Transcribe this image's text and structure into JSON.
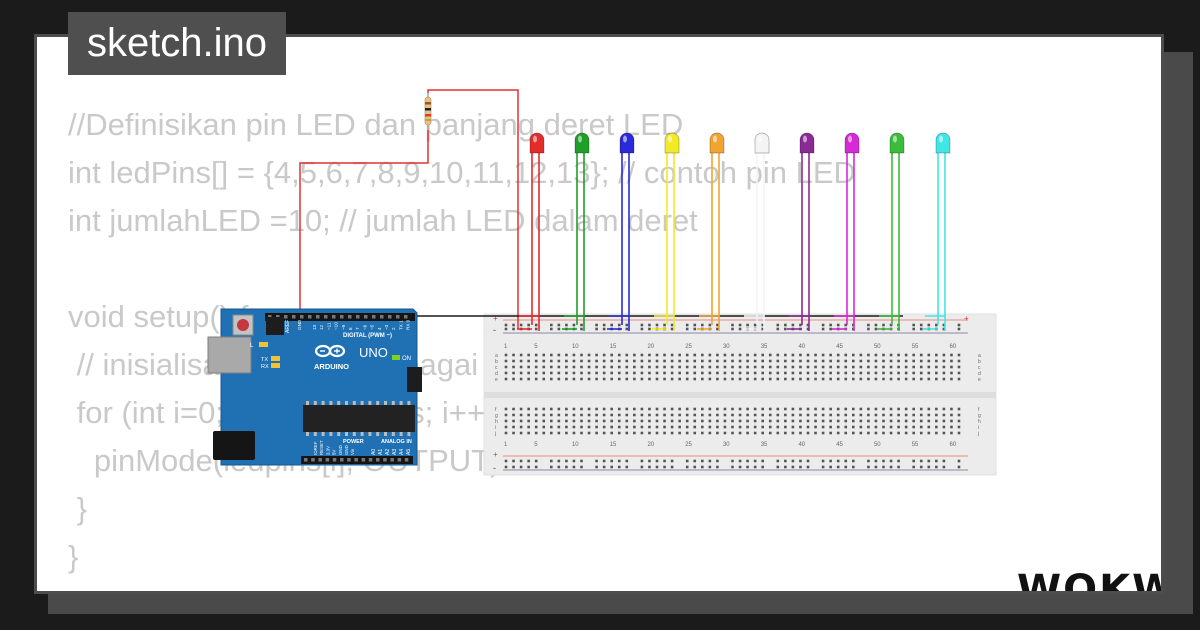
{
  "file_tab": {
    "label": "sketch.ino"
  },
  "code_lines": [
    "//Definisikan pin LED dan panjang deret LED",
    "int ledPins[] = {4,5,6,7,8,9,10,11,12,13}; // contoh pin LED",
    "int jumlahLED =10; // jumlah LED dalam deret",
    "",
    "void setup() {",
    " // inisialisasi pin LED sebagai output",
    " for (int i=0; i<jumlahLEDs; i++)",
    "   pinMode(ledpins[i], OUTPUT);",
    " }",
    "}"
  ],
  "arduino": {
    "model": "UNO",
    "brand": "ARDUINO",
    "header_digital": "DIGITAL (PWM ~)",
    "header_power": "POWER",
    "header_analog": "ANALOG IN",
    "led_on": "ON",
    "led_l": "L",
    "led_tx": "TX",
    "led_rx": "RX",
    "aref": "AREF",
    "gnd": "GND",
    "pin_labels": [
      "13",
      "12",
      "~11",
      "~10",
      "~9",
      "8",
      "7",
      "~6",
      "~5",
      "4",
      "~3",
      "2",
      "TX 1",
      "RX 0"
    ],
    "power_pins": [
      "IOREF",
      "RESET",
      "3.3V",
      "5V",
      "GND",
      "GND",
      "Vin"
    ],
    "analog_pins": [
      "A0",
      "A1",
      "A2",
      "A3",
      "A4",
      "A5"
    ]
  },
  "breadboard": {
    "column_numbers": [
      "1",
      "5",
      "10",
      "15",
      "20",
      "25",
      "30",
      "35",
      "40",
      "45",
      "50",
      "55",
      "60"
    ],
    "row_letters_top": [
      "a",
      "b",
      "c",
      "d",
      "e"
    ],
    "row_letters_bottom": [
      "f",
      "g",
      "h",
      "i",
      "j"
    ],
    "rail_plus": "+",
    "rail_minus": "-"
  },
  "leds": [
    {
      "color": "#e32b2b"
    },
    {
      "color": "#1f9e2a"
    },
    {
      "color": "#2a2ad8"
    },
    {
      "color": "#f2ea27"
    },
    {
      "color": "#f2a431"
    },
    {
      "color": "#f4f4f4"
    },
    {
      "color": "#8a2a95"
    },
    {
      "color": "#d62ad6"
    },
    {
      "color": "#3bbd3b"
    },
    {
      "color": "#3ee6e6"
    }
  ],
  "colors": {
    "wire_red": "#e53030",
    "board_blue": "#1f71b3",
    "background": "#1b1b1b",
    "card": "#ffffff"
  },
  "logo": {
    "text": "WOKWI"
  }
}
